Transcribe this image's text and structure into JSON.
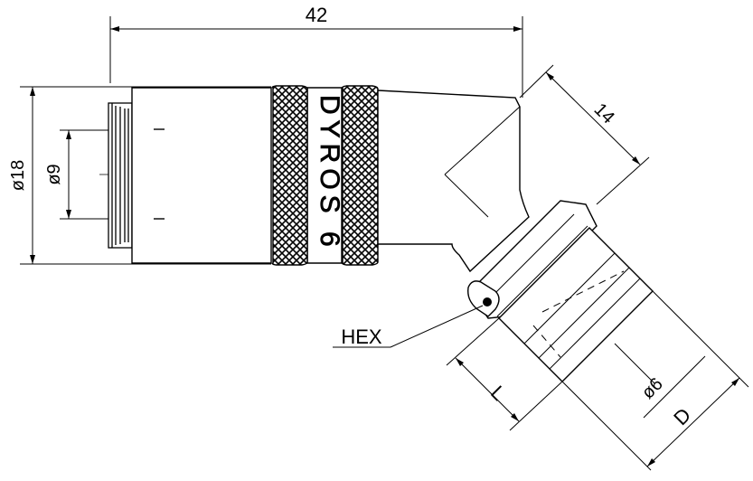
{
  "dimensions": {
    "overall_length": "42",
    "outer_diameter": "ø18",
    "inner_diameter": "ø9",
    "angled_length": "14",
    "thread_diameter": "ø6",
    "length_L": "L",
    "diameter_D": "D"
  },
  "labels": {
    "hex": "HEX",
    "brand": "DYROS 6"
  },
  "colors": {
    "line": "#000000",
    "background": "#ffffff"
  }
}
